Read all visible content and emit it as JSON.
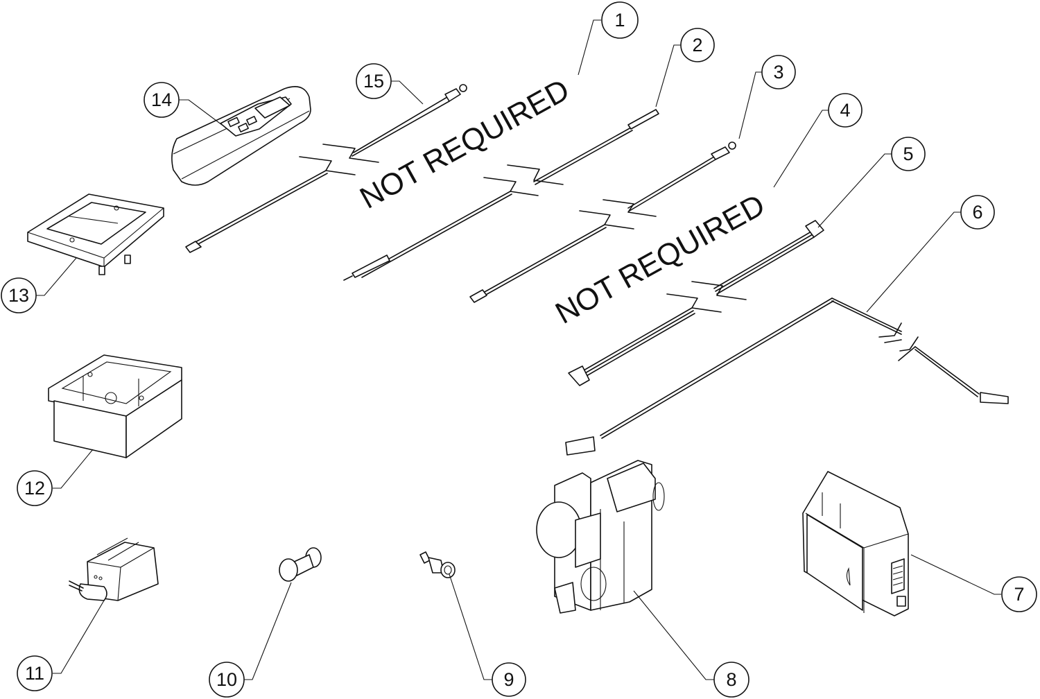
{
  "diagram": {
    "type": "exploded parts diagram",
    "callouts": [
      {
        "id": "1",
        "label": "1"
      },
      {
        "id": "2",
        "label": "2"
      },
      {
        "id": "3",
        "label": "3"
      },
      {
        "id": "4",
        "label": "4"
      },
      {
        "id": "5",
        "label": "5"
      },
      {
        "id": "6",
        "label": "6"
      },
      {
        "id": "7",
        "label": "7"
      },
      {
        "id": "8",
        "label": "8"
      },
      {
        "id": "9",
        "label": "9"
      },
      {
        "id": "10",
        "label": "10"
      },
      {
        "id": "11",
        "label": "11"
      },
      {
        "id": "12",
        "label": "12"
      },
      {
        "id": "13",
        "label": "13"
      },
      {
        "id": "14",
        "label": "14"
      },
      {
        "id": "15",
        "label": "15"
      }
    ],
    "annotations": {
      "not_required_1": "NOT REQUIRED",
      "not_required_2": "NOT REQUIRED"
    },
    "parts": [
      {
        "callout": "1",
        "name": "wire lead (not required)"
      },
      {
        "callout": "2",
        "name": "wire lead"
      },
      {
        "callout": "3",
        "name": "wire lead with ring terminal"
      },
      {
        "callout": "4",
        "name": "wire lead (not required)"
      },
      {
        "callout": "5",
        "name": "wire harness"
      },
      {
        "callout": "6",
        "name": "wire harness with connectors"
      },
      {
        "callout": "7",
        "name": "control module"
      },
      {
        "callout": "8",
        "name": "gas valve"
      },
      {
        "callout": "9",
        "name": "fitting"
      },
      {
        "callout": "10",
        "name": "knob"
      },
      {
        "callout": "11",
        "name": "battery holder"
      },
      {
        "callout": "12",
        "name": "wall box"
      },
      {
        "callout": "13",
        "name": "wall plate"
      },
      {
        "callout": "14",
        "name": "remote control"
      },
      {
        "callout": "15",
        "name": "wire lead with ring terminal"
      }
    ]
  }
}
